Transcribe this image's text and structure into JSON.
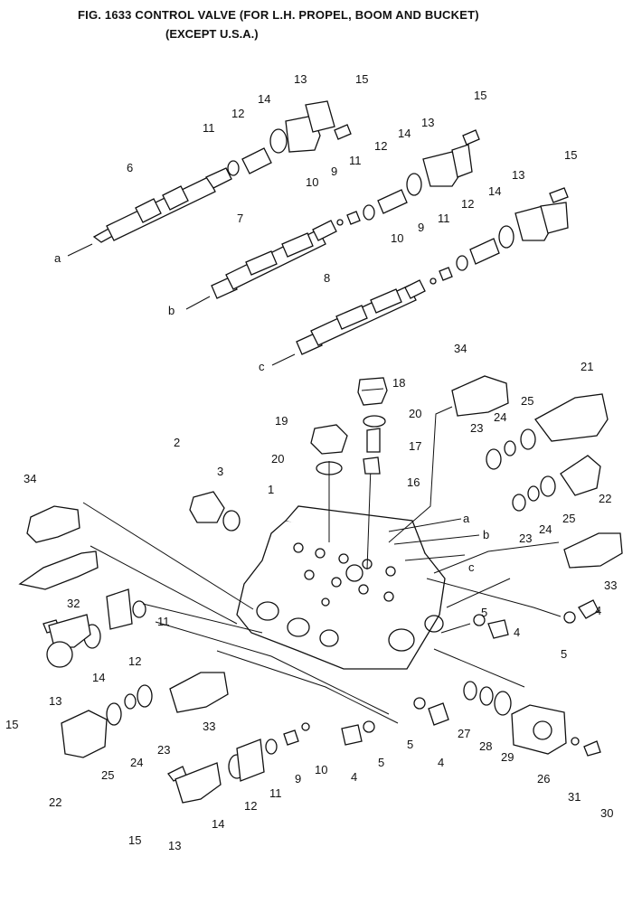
{
  "title": "FIG. 1633  CONTROL VALVE (FOR L.H. PROPEL, BOOM AND BUCKET)",
  "subtitle": "(EXCEPT U.S.A.)",
  "callouts": [
    {
      "id": "c13a",
      "text": "13"
    },
    {
      "id": "c15a",
      "text": "15"
    },
    {
      "id": "c14a",
      "text": "14"
    },
    {
      "id": "c12a",
      "text": "12"
    },
    {
      "id": "c11a",
      "text": "11"
    },
    {
      "id": "c6",
      "text": "6"
    },
    {
      "id": "la",
      "text": "a"
    },
    {
      "id": "c15b",
      "text": "15"
    },
    {
      "id": "c13b",
      "text": "13"
    },
    {
      "id": "c14b",
      "text": "14"
    },
    {
      "id": "c12b",
      "text": "12"
    },
    {
      "id": "c11b",
      "text": "11"
    },
    {
      "id": "c9a",
      "text": "9"
    },
    {
      "id": "c10a",
      "text": "10"
    },
    {
      "id": "c7",
      "text": "7"
    },
    {
      "id": "lb",
      "text": "b"
    },
    {
      "id": "c15c",
      "text": "15"
    },
    {
      "id": "c13c",
      "text": "13"
    },
    {
      "id": "c14c",
      "text": "14"
    },
    {
      "id": "c12c",
      "text": "12"
    },
    {
      "id": "c11c",
      "text": "11"
    },
    {
      "id": "c9b",
      "text": "9"
    },
    {
      "id": "c10b",
      "text": "10"
    },
    {
      "id": "c8",
      "text": "8"
    },
    {
      "id": "lc",
      "text": "c"
    },
    {
      "id": "c34a",
      "text": "34"
    },
    {
      "id": "c21",
      "text": "21"
    },
    {
      "id": "c18",
      "text": "18"
    },
    {
      "id": "c20a",
      "text": "20"
    },
    {
      "id": "c19",
      "text": "19"
    },
    {
      "id": "c17",
      "text": "17"
    },
    {
      "id": "c25a",
      "text": "25"
    },
    {
      "id": "c24a",
      "text": "24"
    },
    {
      "id": "c23a",
      "text": "23"
    },
    {
      "id": "c2",
      "text": "2"
    },
    {
      "id": "c3",
      "text": "3"
    },
    {
      "id": "c20b",
      "text": "20"
    },
    {
      "id": "c16",
      "text": "16"
    },
    {
      "id": "c1",
      "text": "1"
    },
    {
      "id": "c22a",
      "text": "22"
    },
    {
      "id": "c34b",
      "text": "34"
    },
    {
      "id": "la2",
      "text": "a"
    },
    {
      "id": "lb2",
      "text": "b"
    },
    {
      "id": "lc2",
      "text": "c"
    },
    {
      "id": "c23b",
      "text": "23"
    },
    {
      "id": "c24b",
      "text": "24"
    },
    {
      "id": "c25b",
      "text": "25"
    },
    {
      "id": "c33a",
      "text": "33"
    },
    {
      "id": "c32",
      "text": "32"
    },
    {
      "id": "c11d",
      "text": "11"
    },
    {
      "id": "c12d",
      "text": "12"
    },
    {
      "id": "c14d",
      "text": "14"
    },
    {
      "id": "c15d",
      "text": "15"
    },
    {
      "id": "c13d",
      "text": "13"
    },
    {
      "id": "c5a",
      "text": "5"
    },
    {
      "id": "c4a",
      "text": "4"
    },
    {
      "id": "c5b",
      "text": "5"
    },
    {
      "id": "c4b",
      "text": "4"
    },
    {
      "id": "c33b",
      "text": "33"
    },
    {
      "id": "c23c",
      "text": "23"
    },
    {
      "id": "c24c",
      "text": "24"
    },
    {
      "id": "c25c",
      "text": "25"
    },
    {
      "id": "c22b",
      "text": "22"
    },
    {
      "id": "c27",
      "text": "27"
    },
    {
      "id": "c28",
      "text": "28"
    },
    {
      "id": "c29",
      "text": "29"
    },
    {
      "id": "c5c",
      "text": "5"
    },
    {
      "id": "c4c",
      "text": "4"
    },
    {
      "id": "c5d",
      "text": "5"
    },
    {
      "id": "c4d",
      "text": "4"
    },
    {
      "id": "c9c",
      "text": "9"
    },
    {
      "id": "c10c",
      "text": "10"
    },
    {
      "id": "c11e",
      "text": "11"
    },
    {
      "id": "c12e",
      "text": "12"
    },
    {
      "id": "c14e",
      "text": "14"
    },
    {
      "id": "c15e",
      "text": "15"
    },
    {
      "id": "c13e",
      "text": "13"
    },
    {
      "id": "c26",
      "text": "26"
    },
    {
      "id": "c31",
      "text": "31"
    },
    {
      "id": "c30",
      "text": "30"
    }
  ]
}
